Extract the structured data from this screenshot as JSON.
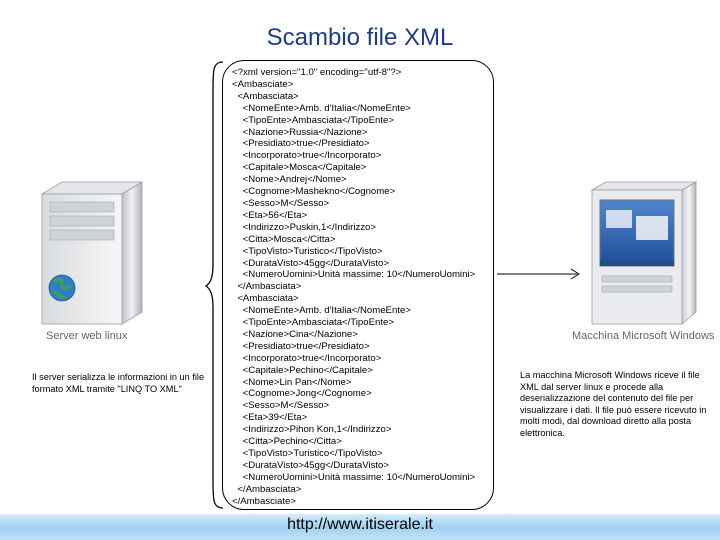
{
  "title": "Scambio file XML",
  "xml_lines": [
    "<?xml version=\"1.0\" encoding=\"utf-8\"?>",
    "<Ambasciate>",
    "  <Ambasciata>",
    "    <NomeEnte>Amb. d'Italia</NomeEnte>",
    "    <TipoEnte>Ambasciata</TipoEnte>",
    "    <Nazione>Russia</Nazione>",
    "    <Presidiato>true</Presidiato>",
    "    <Incorporato>true</Incorporato>",
    "    <Capitale>Mosca</Capitale>",
    "    <Nome>Andrej</Nome>",
    "    <Cognome>Mashekno</Cognome>",
    "    <Sesso>M</Sesso>",
    "    <Eta>56</Eta>",
    "    <Indirizzo>Puskin,1</Indirizzo>",
    "    <Citta>Mosca</Citta>",
    "    <TipoVisto>Turistico</TipoVisto>",
    "    <DurataVisto>45gg</DurataVisto>",
    "    <NumeroUomini>Unità massime: 10</NumeroUomini>",
    "  </Ambasciata>",
    "  <Ambasciata>",
    "    <NomeEnte>Amb. d'Italia</NomeEnte>",
    "    <TipoEnte>Ambasciata</TipoEnte>",
    "    <Nazione>Cina</Nazione>",
    "    <Presidiato>true</Presidiato>",
    "    <Incorporato>true</Incorporato>",
    "    <Capitale>Pechino</Capitale>",
    "    <Nome>Lin Pan</Nome>",
    "    <Cognome>Jong</Cognome>",
    "    <Sesso>M</Sesso>",
    "    <Eta>39</Eta>",
    "    <Indirizzo>Pihon Kon,1</Indirizzo>",
    "    <Citta>Pechino</Citta>",
    "    <TipoVisto>Turistico</TipoVisto>",
    "    <DurataVisto>45gg</DurataVisto>",
    "    <NumeroUomini>Unità massime: 10</NumeroUomini>",
    "  </Ambasciata>",
    "</Ambasciate>"
  ],
  "server": {
    "label": "Server web linux",
    "description": "Il server serializza le informazioni in un file formato XML tramite \"LINQ TO XML\""
  },
  "windows": {
    "label": "Macchina Microsoft Windows",
    "description": "La macchina Microsoft Windows riceve il file XML dal server linux e procede alla deserializzazione del contenuto del file per visualizzare i dati. Il file può essere ricevuto in molti modi, dal download diretto alla posta elettronica."
  },
  "footer_url": "http://www.itiserale.it",
  "colors": {
    "title": "#1f3b8a",
    "band": "#9fd0f1",
    "desktop": "#2f5faa"
  }
}
